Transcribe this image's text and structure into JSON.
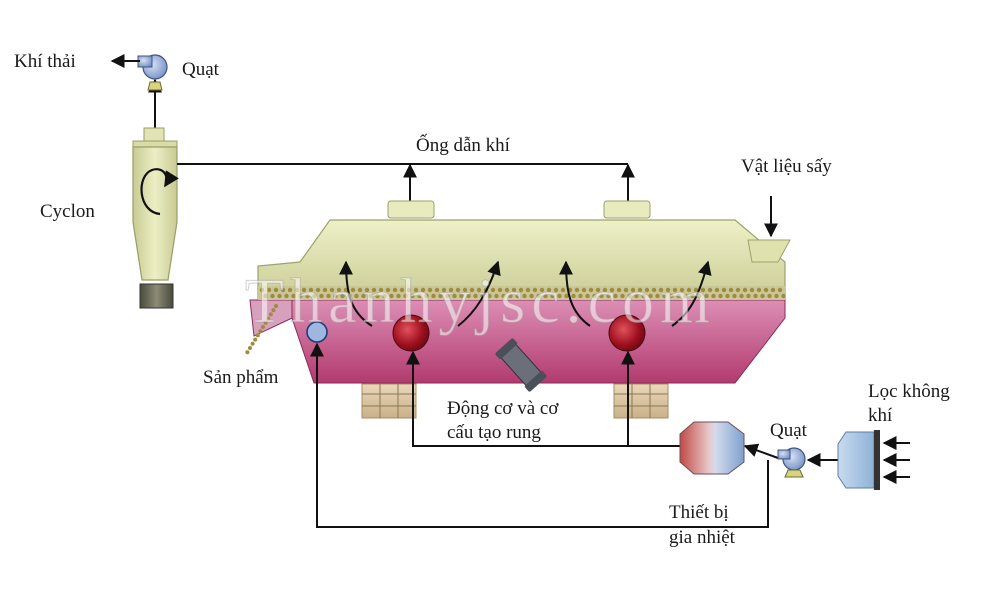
{
  "labels": {
    "exhaust_gas": "Khí thải",
    "fan_top": "Quạt",
    "cyclone": "Cyclon",
    "air_duct": "Ống dẫn khí",
    "drying_material": "Vật liệu sấy",
    "product": "Sản phẩm",
    "motor_line1": "Động cơ và cơ",
    "motor_line2": "cấu tạo rung",
    "fan_bottom": "Quạt",
    "air_filter_line1": "Lọc không",
    "air_filter_line2": "khí",
    "heater_line1": "Thiết bị",
    "heater_line2": "gia nhiệt"
  },
  "watermark": "Thanhyjsc.com",
  "colors": {
    "dryer_body_top": "#e4e7b4",
    "dryer_body_bottom": "#b9bd83",
    "dryer_lower_top": "#d988b0",
    "dryer_lower_bottom": "#b7396f",
    "material_bed": "#a08a3c",
    "motor_red": "#a0101f",
    "fan_blue": "#7f9ccd",
    "heater_red": "#c24a46",
    "heater_blue": "#7da0cf",
    "filter_blue": "#aac6e0",
    "line": "#111111"
  }
}
